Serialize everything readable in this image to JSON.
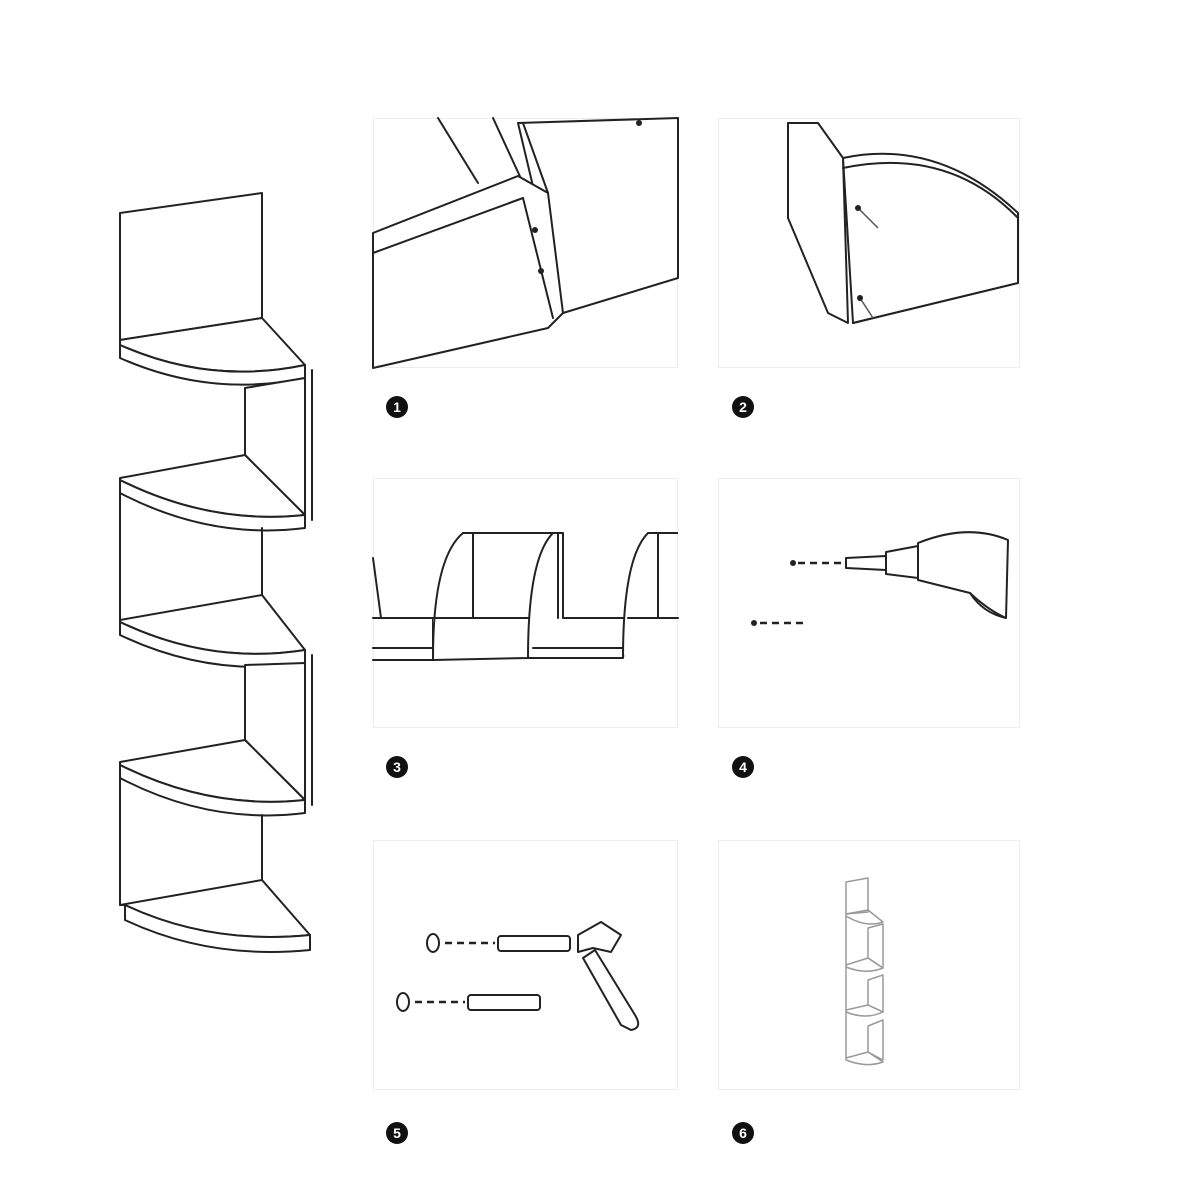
{
  "steps": [
    {
      "number": "1"
    },
    {
      "number": "2"
    },
    {
      "number": "3"
    },
    {
      "number": "4"
    },
    {
      "number": "5"
    },
    {
      "number": "6"
    }
  ],
  "icons": {
    "assembled_shelf": "zigzag-corner-shelf-illustration",
    "step1": "shelf-joint-detail",
    "step2": "screw-into-shelf",
    "step3": "shelf-sections-connected",
    "step4": "drill-holes",
    "step5": "wall-anchor-hammer",
    "step6": "mounted-shelf"
  },
  "colors": {
    "line": "#222222",
    "badge": "#111111",
    "background": "#ffffff"
  }
}
